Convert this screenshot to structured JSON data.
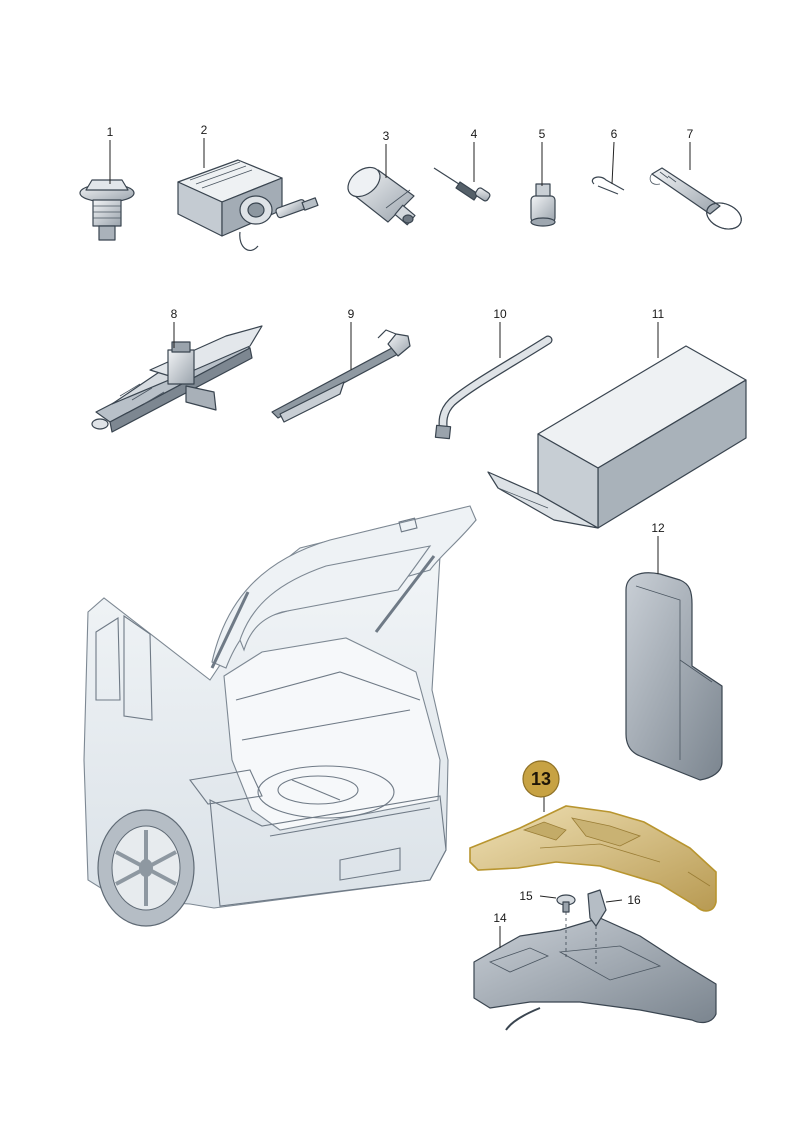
{
  "diagram": {
    "parts": [
      {
        "number": "1"
      },
      {
        "number": "2"
      },
      {
        "number": "3"
      },
      {
        "number": "4"
      },
      {
        "number": "5"
      },
      {
        "number": "6"
      },
      {
        "number": "7"
      },
      {
        "number": "8"
      },
      {
        "number": "9"
      },
      {
        "number": "10"
      },
      {
        "number": "11"
      },
      {
        "number": "12"
      },
      {
        "number": "13",
        "highlighted": true
      },
      {
        "number": "14"
      },
      {
        "number": "15"
      },
      {
        "number": "16"
      }
    ],
    "colors": {
      "highlight_fill": "#d8c28c",
      "highlight_outline": "#b8952f",
      "badge_fill": "#c7a243",
      "part_fill": "#d9dde2",
      "part_dark": "#8a949e",
      "car_body": "#eef2f5"
    }
  }
}
